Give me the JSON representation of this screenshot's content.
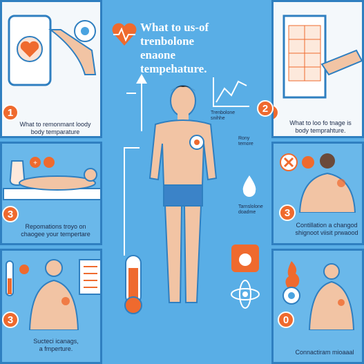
{
  "title": [
    "What to us-of",
    "trenbolone",
    "enaone",
    "tempehature."
  ],
  "panels": {
    "p1": {
      "number": "1",
      "caption": [
        "What to remonmant loody",
        "body temparature"
      ]
    },
    "p2": {
      "number": "2",
      "caption": [
        "What to loo fo tnage is",
        "body temprahture."
      ]
    },
    "p3_left": {
      "number": "3",
      "caption": [
        "Repomations troyo on",
        "chaogee your tempertare"
      ]
    },
    "p3_right": {
      "number": "3",
      "caption": [
        "Contillation a changod",
        "shignoot viisit prwaood"
      ]
    },
    "p3_bottom": {
      "number": "3",
      "caption": [
        "Sucteci icanags,",
        "a fmperture."
      ]
    },
    "p0": {
      "number": "0",
      "caption": [
        "Connactiram mioaaal"
      ]
    }
  },
  "center_labels": {
    "chart": [
      "Trenbolone",
      "snihhe"
    ],
    "body": [
      "Rony",
      "temore"
    ],
    "drop": [
      "Tarnslolone",
      "doadme"
    ]
  },
  "center_number": "2",
  "colors": {
    "accent": "#ef6a2e",
    "background": "#59aee6",
    "panel_border": "#2f7fc0"
  }
}
